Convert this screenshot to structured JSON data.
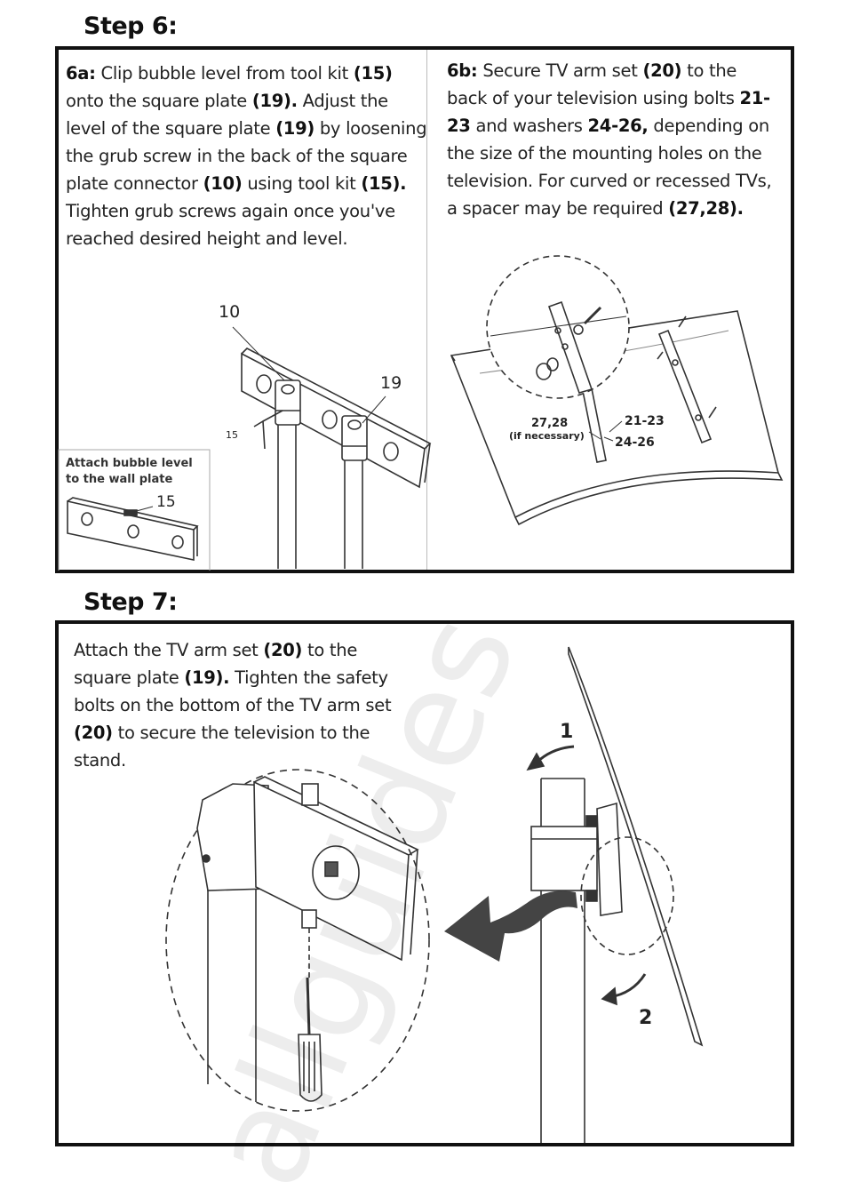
{
  "step6": {
    "title": "Step 6:",
    "a": {
      "label": "6a:",
      "s1": " Clip bubble level from tool kit ",
      "r1": "(15)",
      "s2": " onto the square plate ",
      "r2": "(19).",
      "s3": " Adjust the level of the square plate ",
      "r3": "(19)",
      "s4": " by loosening the grub screw in the back of the square plate connector ",
      "r4": "(10)",
      "s5": " using tool kit ",
      "r5": "(15).",
      "s6": " Tighten grub screws again once you've reached desired height and level."
    },
    "b": {
      "label": "6b:",
      "s1": " Secure TV arm set ",
      "r1": "(20)",
      "s2": " to the back of your television using bolts ",
      "r2": "21-23",
      "s3": " and washers ",
      "r3": "24-26,",
      "s4": " depending on the size of the mounting holes on the television. For curved or recessed TVs, a spacer may be required ",
      "r4": "(27,28)."
    },
    "callouts": {
      "c10": "10",
      "c19": "19",
      "c15_small": "15",
      "c15": "15"
    },
    "inset": {
      "line1": "Attach bubble level",
      "line2": "to the wall plate"
    },
    "diagram_b": {
      "spacer": "27,28",
      "spacer_note": "(if necessary)",
      "bolts": "21-23",
      "washers": "24-26"
    }
  },
  "step7": {
    "title": "Step 7:",
    "s1": "Attach the TV arm set ",
    "r1": "(20)",
    "s2": " to the square plate ",
    "r2": "(19).",
    "s3": " Tighten the safety bolts on the bottom of the TV arm set ",
    "r3": "(20)",
    "s4": " to secure the television to the stand.",
    "arrow1": "1",
    "arrow2": "2"
  },
  "watermark": "allguides"
}
